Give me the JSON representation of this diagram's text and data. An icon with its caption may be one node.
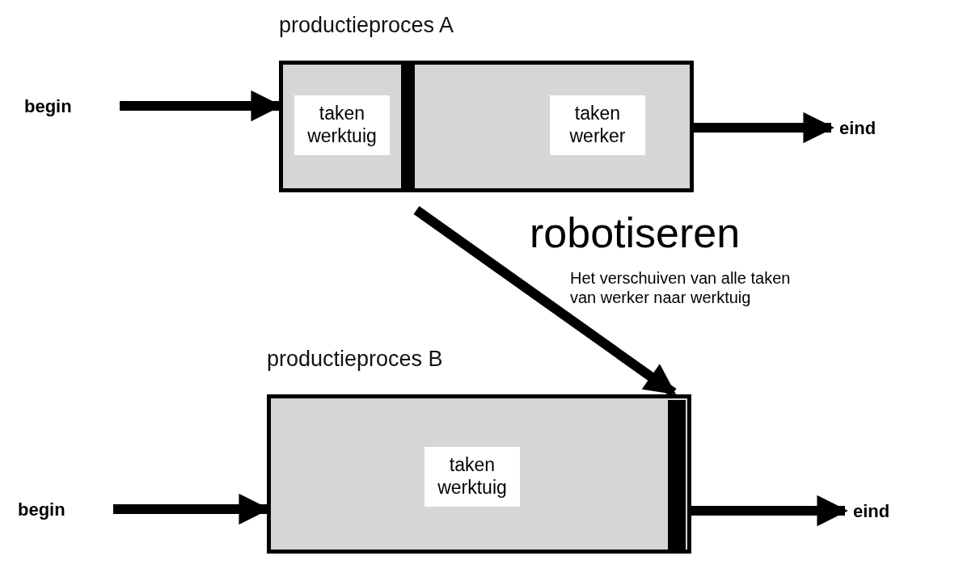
{
  "diagram": {
    "nodes": [
      {
        "text": [
          "productieproces A"
        ]
      },
      {
        "text": [
          "taken werktuig"
        ],
        "in": 0
      },
      {
        "text": [
          "taken werker"
        ],
        "in": 0
      },
      {
        "text": [
          "begin"
        ]
      },
      {
        "text": [
          "eind"
        ]
      },
      {
        "text": [
          "productieproces B"
        ]
      },
      {
        "text": [
          "taken werktuig"
        ],
        "in": 5
      },
      {
        "text": [
          "begin"
        ]
      },
      {
        "text": [
          "eind"
        ]
      },
      {
        "text": [],
        "shape": "bar",
        "in": 0
      },
      {
        "text": [],
        "shape": "bar",
        "in": 5
      }
    ],
    "edges": [
      {
        "from": 3,
        "to": 0,
        "arrow": "to"
      },
      {
        "from": 0,
        "to": 4,
        "arrow": "to"
      },
      {
        "from": 0,
        "to": 5,
        "arrow": "to"
      },
      {
        "from": 7,
        "to": 5,
        "arrow": "to"
      },
      {
        "from": 5,
        "to": 8,
        "arrow": "to"
      }
    ],
    "labels": [
      "robotiseren",
      "Het verschuiven van alle taken van werker naar werktuig"
    ]
  }
}
